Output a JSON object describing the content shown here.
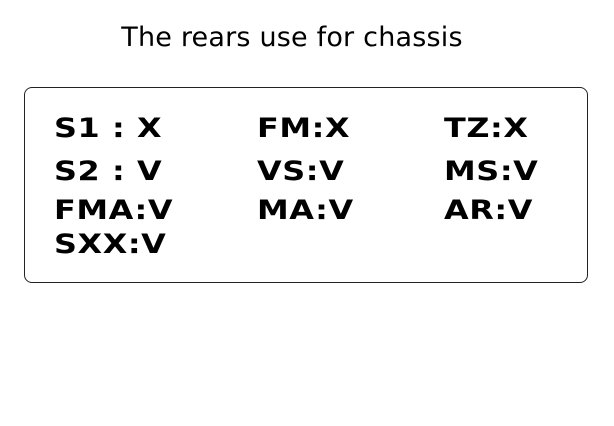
{
  "title": "The rears use for chassis",
  "entries": [
    "S1 :  X",
    "FM:X",
    "TZ:X",
    "S2 :  V",
    "VS:V",
    "MS:V",
    "FMA:V",
    "MA:V",
    "AR:V",
    "SXX:V"
  ]
}
